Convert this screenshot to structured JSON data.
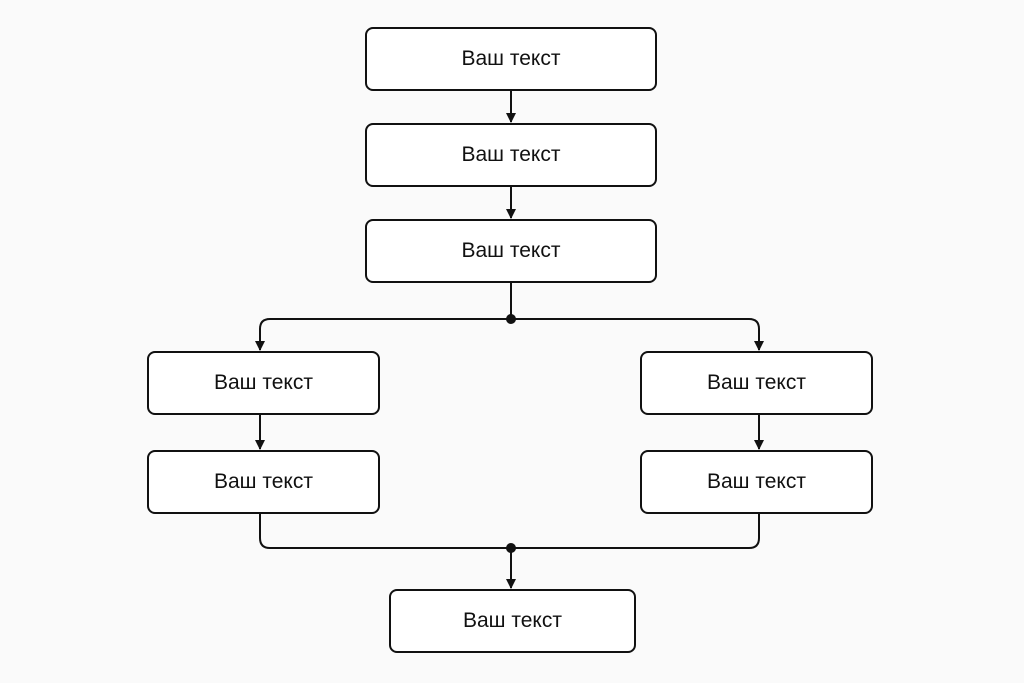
{
  "diagram": {
    "nodes": [
      {
        "id": "n1",
        "label": "Ваш текст"
      },
      {
        "id": "n2",
        "label": "Ваш текст"
      },
      {
        "id": "n3",
        "label": "Ваш текст"
      },
      {
        "id": "n4",
        "label": "Ваш текст"
      },
      {
        "id": "n5",
        "label": "Ваш текст"
      },
      {
        "id": "n6",
        "label": "Ваш текст"
      },
      {
        "id": "n7",
        "label": "Ваш текст"
      },
      {
        "id": "n8",
        "label": "Ваш текст"
      }
    ],
    "edges": [
      {
        "from": "n1",
        "to": "n2"
      },
      {
        "from": "n2",
        "to": "n3"
      },
      {
        "from": "n3",
        "to": "n4"
      },
      {
        "from": "n3",
        "to": "n5"
      },
      {
        "from": "n4",
        "to": "n6"
      },
      {
        "from": "n5",
        "to": "n7"
      },
      {
        "from": "n6",
        "to": "n8"
      },
      {
        "from": "n7",
        "to": "n8"
      }
    ],
    "colors": {
      "stroke": "#111111",
      "node_fill": "#ffffff",
      "background": "#fafafa"
    }
  }
}
